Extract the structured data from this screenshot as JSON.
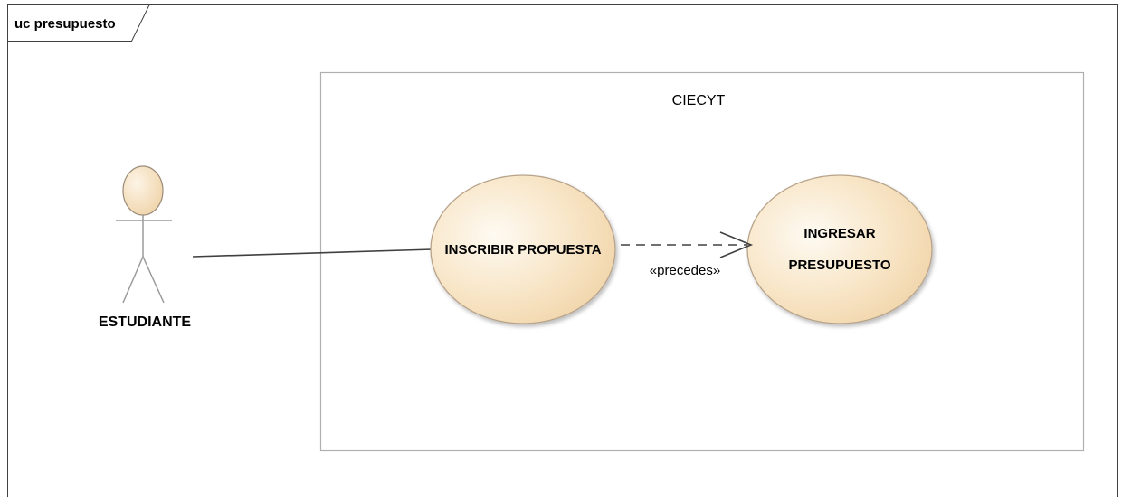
{
  "frame": {
    "title": "uc presupuesto"
  },
  "system_boundary": {
    "name": "CIECYT"
  },
  "actor": {
    "name": "ESTUDIANTE"
  },
  "use_cases": {
    "inscribir": "INSCRIBIR PROPUESTA",
    "ingresar_line1": "INGRESAR",
    "ingresar_line2": "PRESUPUESTO"
  },
  "relationship": {
    "stereotype": "«precedes»"
  },
  "colors": {
    "use_case_fill_light": "#fdf3e4",
    "use_case_fill_dark": "#f3d9b1",
    "use_case_stroke": "#b8a48c",
    "boundary_stroke": "#b0b0b0",
    "frame_stroke": "#404040",
    "line": "#404040"
  }
}
